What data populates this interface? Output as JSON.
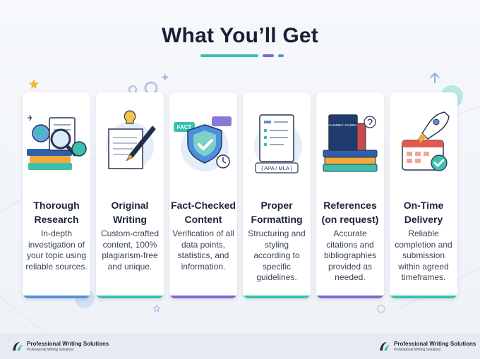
{
  "title": "What You’ll Get",
  "colors": {
    "accent_teal": "#3bbfae",
    "accent_blue": "#5b8fd9",
    "accent_purple": "#7a6ad0",
    "title": "#182033"
  },
  "cards": [
    {
      "title": "Thorough Research",
      "desc": "In-depth investigation of your topic using reliable sources.",
      "icon": "research-illustration",
      "bar_color": "#5b8fd9"
    },
    {
      "title": "Original Writing",
      "desc": "Custom-crafted content, 100% plagiarism-free and unique.",
      "icon": "writing-illustration",
      "bar_color": "#3bbfae"
    },
    {
      "title": "Fact-Checked Content",
      "desc": "Verification of all data points, statistics, and information.",
      "icon": "fact-check-illustration",
      "bar_color": "#7a6ad0"
    },
    {
      "title": "Proper Formatting",
      "desc": "Structuring and styling according to specific guidelines.",
      "icon": "formatting-illustration",
      "bar_color": "#3bbfae"
    },
    {
      "title": "References (on request)",
      "desc": "Accurate citations and bibliographies provided as needed.",
      "icon": "references-illustration",
      "bar_color": "#7a6ad0"
    },
    {
      "title": "On-Time Delivery",
      "desc": "Reliable completion and submission within agreed timeframes.",
      "icon": "delivery-illustration",
      "bar_color": "#3bbfae"
    }
  ],
  "illustration_text": {
    "fact_tag": "FACT",
    "format_tag": "{ APA / MLA }",
    "book_spine": "ACADEMIC JOURNAL"
  },
  "footer": {
    "brand_name": "Professional Writing Solutions",
    "brand_sub": "Professional Writing Solutions"
  }
}
